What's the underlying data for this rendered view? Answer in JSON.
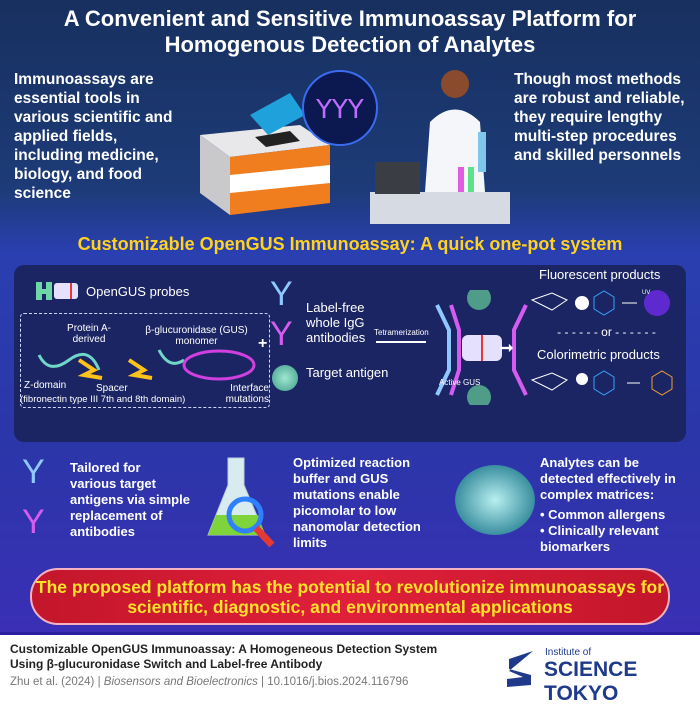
{
  "title": {
    "line1": "A Convenient and Sensitive Immunoassay Platform for",
    "line2": "Homogenous Detection of Analytes"
  },
  "intro": {
    "left": "Immunoassays are essential tools in various scientific and applied fields, including medicine, biology, and food science",
    "right": "Though most methods are robust and reliable, they require lengthy multi-step procedures and skilled personnels"
  },
  "section_heading": "Customizable OpenGUS Immunoassay: A quick one-pot system",
  "diagram": {
    "probes_label": "OpenGUS probes",
    "protein_a": "Protein A-derived",
    "gus_monomer": "β-glucuronidase (GUS) monomer",
    "z_domain": "Z-domain",
    "spacer": "Spacer",
    "fibronectin": "(fibronectin type III 7th and 8th domain)",
    "interface": "Interface mutations",
    "plus": "+",
    "antibodies": "Label-free whole IgG antibodies",
    "antigen": "Target antigen",
    "tetramerization": "Tetramerization",
    "active_gus": "Active GUS",
    "fluorescent": "Fluorescent products",
    "or": "or",
    "colorimetric": "Colorimetric products",
    "uv": "UV",
    "gus_tag": "GUS"
  },
  "features": [
    "Tailored for various target antigens via simple replacement of antibodies",
    "Optimized reaction buffer and GUS mutations enable picomolar to low nanomolar detection limits",
    "Analytes can be detected effectively in complex matrices:"
  ],
  "feature_bullets": [
    "• Common allergens",
    "• Clinically relevant biomarkers"
  ],
  "conclusion": "The proposed platform has the potential to revolutionize immunoassays for scientific, diagnostic, and environmental applications",
  "footer": {
    "paper_title_1": "Customizable OpenGUS Immunoassay: A Homogeneous Detection System",
    "paper_title_2": "Using β-glucuronidase Switch and Label-free Antibody",
    "authors": "Zhu et al. (2024)",
    "journal": "Biosensors and Bioelectronics",
    "doi": "10.1016/j.bios.2024.116796",
    "logo_small": "Institute of",
    "logo_big": "SCIENCE TOKYO"
  },
  "colors": {
    "heading": "#ffd21f",
    "pill": "#d81b33",
    "navy": "#1c2563"
  }
}
